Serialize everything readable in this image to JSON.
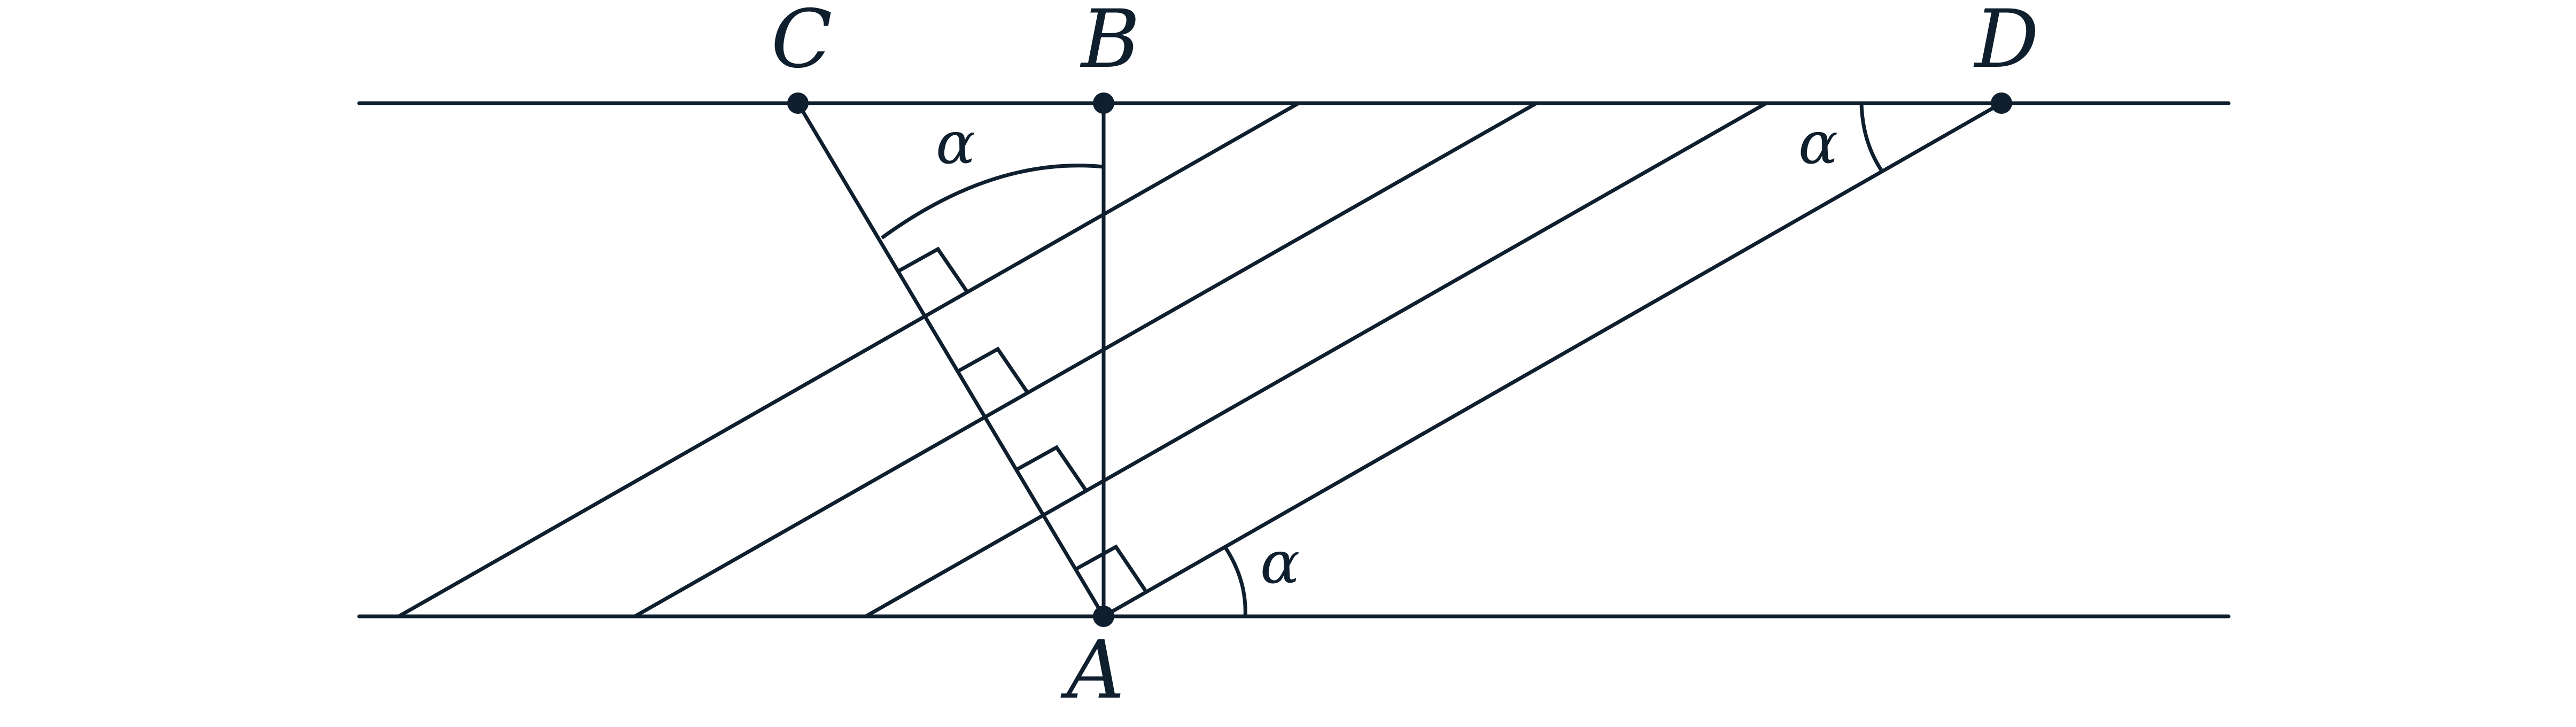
{
  "points": {
    "A": "A",
    "B": "B",
    "C": "C",
    "D": "D"
  },
  "angle_label": "α",
  "colors": {
    "stroke": "#0f1f2e",
    "background": "#ffffff"
  }
}
